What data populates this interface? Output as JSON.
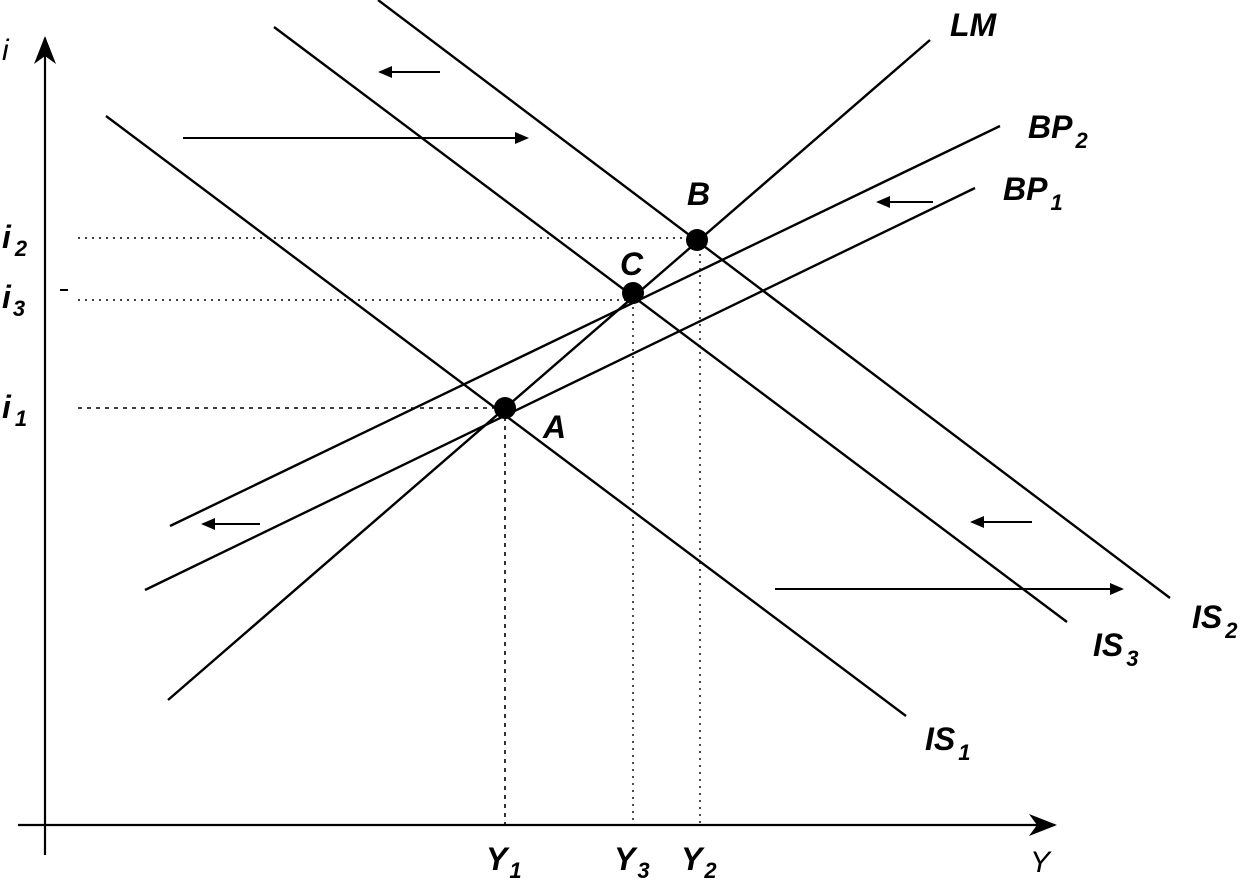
{
  "axes": {
    "y_label": "i",
    "x_label": "Y"
  },
  "curves": {
    "lm": "LM",
    "bp2": "BP",
    "bp2_sub": "2",
    "bp1": "BP",
    "bp1_sub": "1",
    "is1": "IS",
    "is1_sub": "1",
    "is2": "IS",
    "is2_sub": "2",
    "is3": "IS",
    "is3_sub": "3"
  },
  "points": {
    "a": "A",
    "b": "B",
    "c": "C"
  },
  "ticks": {
    "i2": "i",
    "i2_sub": "2",
    "i3": "i",
    "i3_sub": "3",
    "i1": "i",
    "i1_sub": "1",
    "y1": "Y",
    "y1_sub": "1",
    "y3": "Y",
    "y3_sub": "3",
    "y2": "Y",
    "y2_sub": "2"
  }
}
